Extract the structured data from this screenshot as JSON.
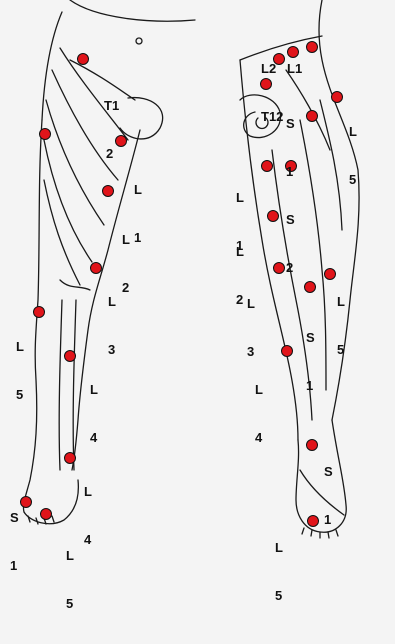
{
  "title": "",
  "views": [
    "anterior-leg",
    "posterior-leg"
  ],
  "dermatome_labels": [
    {
      "id": "ant-t12",
      "lines": [
        "T1",
        "2"
      ]
    },
    {
      "id": "ant-l1",
      "lines": [
        "L",
        "1"
      ]
    },
    {
      "id": "ant-l2",
      "lines": [
        "L",
        "2"
      ]
    },
    {
      "id": "ant-l3",
      "lines": [
        "L",
        "3"
      ]
    },
    {
      "id": "ant-l5-side",
      "lines": [
        "L",
        "5"
      ]
    },
    {
      "id": "ant-l4",
      "lines": [
        "L",
        "4"
      ]
    },
    {
      "id": "ant-l4-ankle",
      "lines": [
        "L",
        "4"
      ]
    },
    {
      "id": "ant-s1-foot",
      "lines": [
        "S",
        "1"
      ]
    },
    {
      "id": "ant-l5-foot",
      "lines": [
        "L",
        "5"
      ]
    },
    {
      "id": "post-l2-t12",
      "lines": [
        "L2",
        "T12"
      ]
    },
    {
      "id": "post-l1",
      "lines": [
        "L1",
        ""
      ]
    },
    {
      "id": "post-s1-buttock",
      "lines": [
        "S",
        "1"
      ]
    },
    {
      "id": "post-l5-hip",
      "lines": [
        "L",
        "5"
      ]
    },
    {
      "id": "post-l1-thigh",
      "lines": [
        "L",
        "1"
      ]
    },
    {
      "id": "post-s2",
      "lines": [
        "S",
        "2"
      ]
    },
    {
      "id": "post-l2",
      "lines": [
        "L",
        "2"
      ]
    },
    {
      "id": "post-l3",
      "lines": [
        "L",
        "3"
      ]
    },
    {
      "id": "post-l5-knee",
      "lines": [
        "L",
        "5"
      ]
    },
    {
      "id": "post-s1-calf",
      "lines": [
        "S",
        "1"
      ]
    },
    {
      "id": "post-l4",
      "lines": [
        "L",
        "4"
      ]
    },
    {
      "id": "post-s1-heel",
      "lines": [
        "S",
        "1"
      ]
    },
    {
      "id": "post-l5-sole",
      "lines": [
        "L",
        "5"
      ]
    }
  ],
  "colors": {
    "marker": "#e0141a",
    "outline": "#1a1a1a",
    "background": "#f4f4f4"
  }
}
